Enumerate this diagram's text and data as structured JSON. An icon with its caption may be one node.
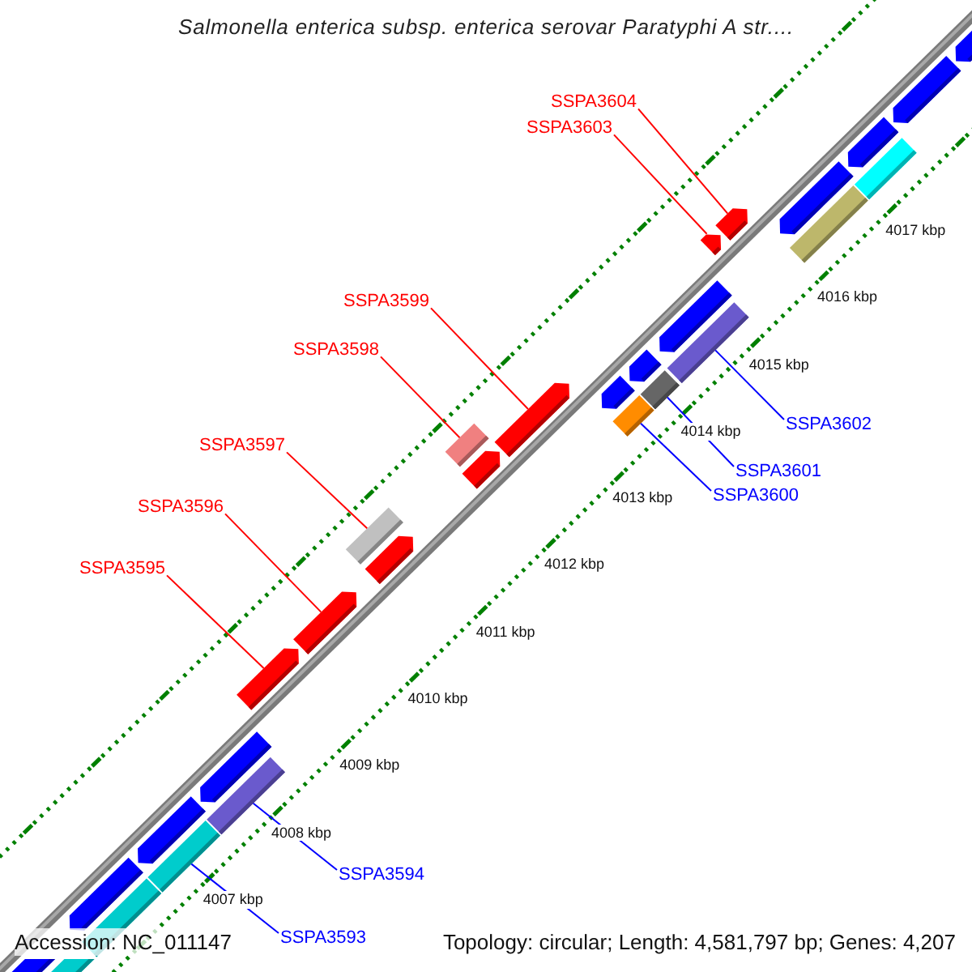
{
  "diagram": {
    "title": "Salmonella enterica subsp. enterica serovar Paratyphi A str....",
    "nodes": [
      {
        "text": [
          "SSPA3604"
        ]
      },
      {
        "text": [
          "SSPA3603"
        ]
      },
      {
        "text": [
          "SSPA3599"
        ]
      },
      {
        "text": [
          "SSPA3598"
        ]
      },
      {
        "text": [
          "SSPA3602"
        ]
      },
      {
        "text": [
          "SSPA3597"
        ]
      },
      {
        "text": [
          "SSPA3601"
        ]
      },
      {
        "text": [
          "SSPA3600"
        ]
      },
      {
        "text": [
          "SSPA3596"
        ]
      },
      {
        "text": [
          "SSPA3595"
        ]
      },
      {
        "text": [
          "SSPA3594"
        ]
      },
      {
        "text": [
          "SSPA3593"
        ]
      },
      {
        "text": [],
        "shape": "pentagon"
      },
      {
        "text": [],
        "shape": "box"
      },
      {
        "text": [],
        "shape": "pentagon"
      },
      {
        "text": [],
        "shape": "box"
      },
      {
        "text": [],
        "shape": "pentagon"
      },
      {
        "text": [],
        "shape": "box"
      },
      {
        "text": [],
        "shape": "pentagon"
      },
      {
        "text": [],
        "shape": "box"
      },
      {
        "text": [],
        "shape": "pentagon"
      },
      {
        "text": [],
        "shape": "pentagon"
      },
      {
        "text": [],
        "shape": "box"
      },
      {
        "text": [],
        "shape": "pentagon"
      },
      {
        "text": [],
        "shape": "box"
      },
      {
        "text": [],
        "shape": "pentagon"
      },
      {
        "text": [],
        "shape": "pentagon"
      },
      {
        "text": [],
        "shape": "pentagon"
      },
      {
        "text": [],
        "shape": "box"
      },
      {
        "text": [],
        "shape": "pentagon"
      },
      {
        "text": [],
        "shape": "box"
      },
      {
        "text": [],
        "shape": "pentagon"
      },
      {
        "text": [],
        "shape": "box"
      },
      {
        "text": [],
        "shape": "pentagon"
      },
      {
        "text": [],
        "shape": "pentagon"
      },
      {
        "text": [],
        "shape": "pentagon"
      },
      {
        "text": [],
        "shape": "box"
      },
      {
        "text": [],
        "shape": "pentagon"
      },
      {
        "text": [],
        "shape": "box"
      },
      {
        "text": [],
        "shape": "pentagon"
      },
      {
        "text": [],
        "shape": "pentagon"
      }
    ],
    "edges": [
      {
        "from": 0,
        "to": 34,
        "arrow": "none"
      },
      {
        "from": 1,
        "to": 33,
        "arrow": "none"
      },
      {
        "from": 2,
        "to": 26,
        "arrow": "none"
      },
      {
        "from": 3,
        "to": 24,
        "arrow": "none"
      },
      {
        "from": 4,
        "to": 32,
        "arrow": "none",
        "color": "#0000ff"
      },
      {
        "from": 5,
        "to": 22,
        "arrow": "none"
      },
      {
        "from": 6,
        "to": 30,
        "arrow": "none",
        "color": "#0000ff"
      },
      {
        "from": 7,
        "to": 28,
        "arrow": "none",
        "color": "#0000ff"
      },
      {
        "from": 8,
        "to": 21,
        "arrow": "none"
      },
      {
        "from": 9,
        "to": 20,
        "arrow": "none"
      },
      {
        "from": 10,
        "to": 19,
        "arrow": "none",
        "color": "#0000ff"
      },
      {
        "from": 11,
        "to": 17,
        "arrow": "none",
        "color": "#0000ff"
      }
    ],
    "labels": [
      "4017 kbp",
      "4016 kbp",
      "4015 kbp",
      "4014 kbp",
      "4013 kbp",
      "4012 kbp",
      "4011 kbp",
      "4010 kbp",
      "4009 kbp",
      "4008 kbp",
      "4007 kbp",
      "Accession: NC_011147",
      "Topology: circular; Length: 4,581,797 bp; Genes: 4,207"
    ]
  }
}
